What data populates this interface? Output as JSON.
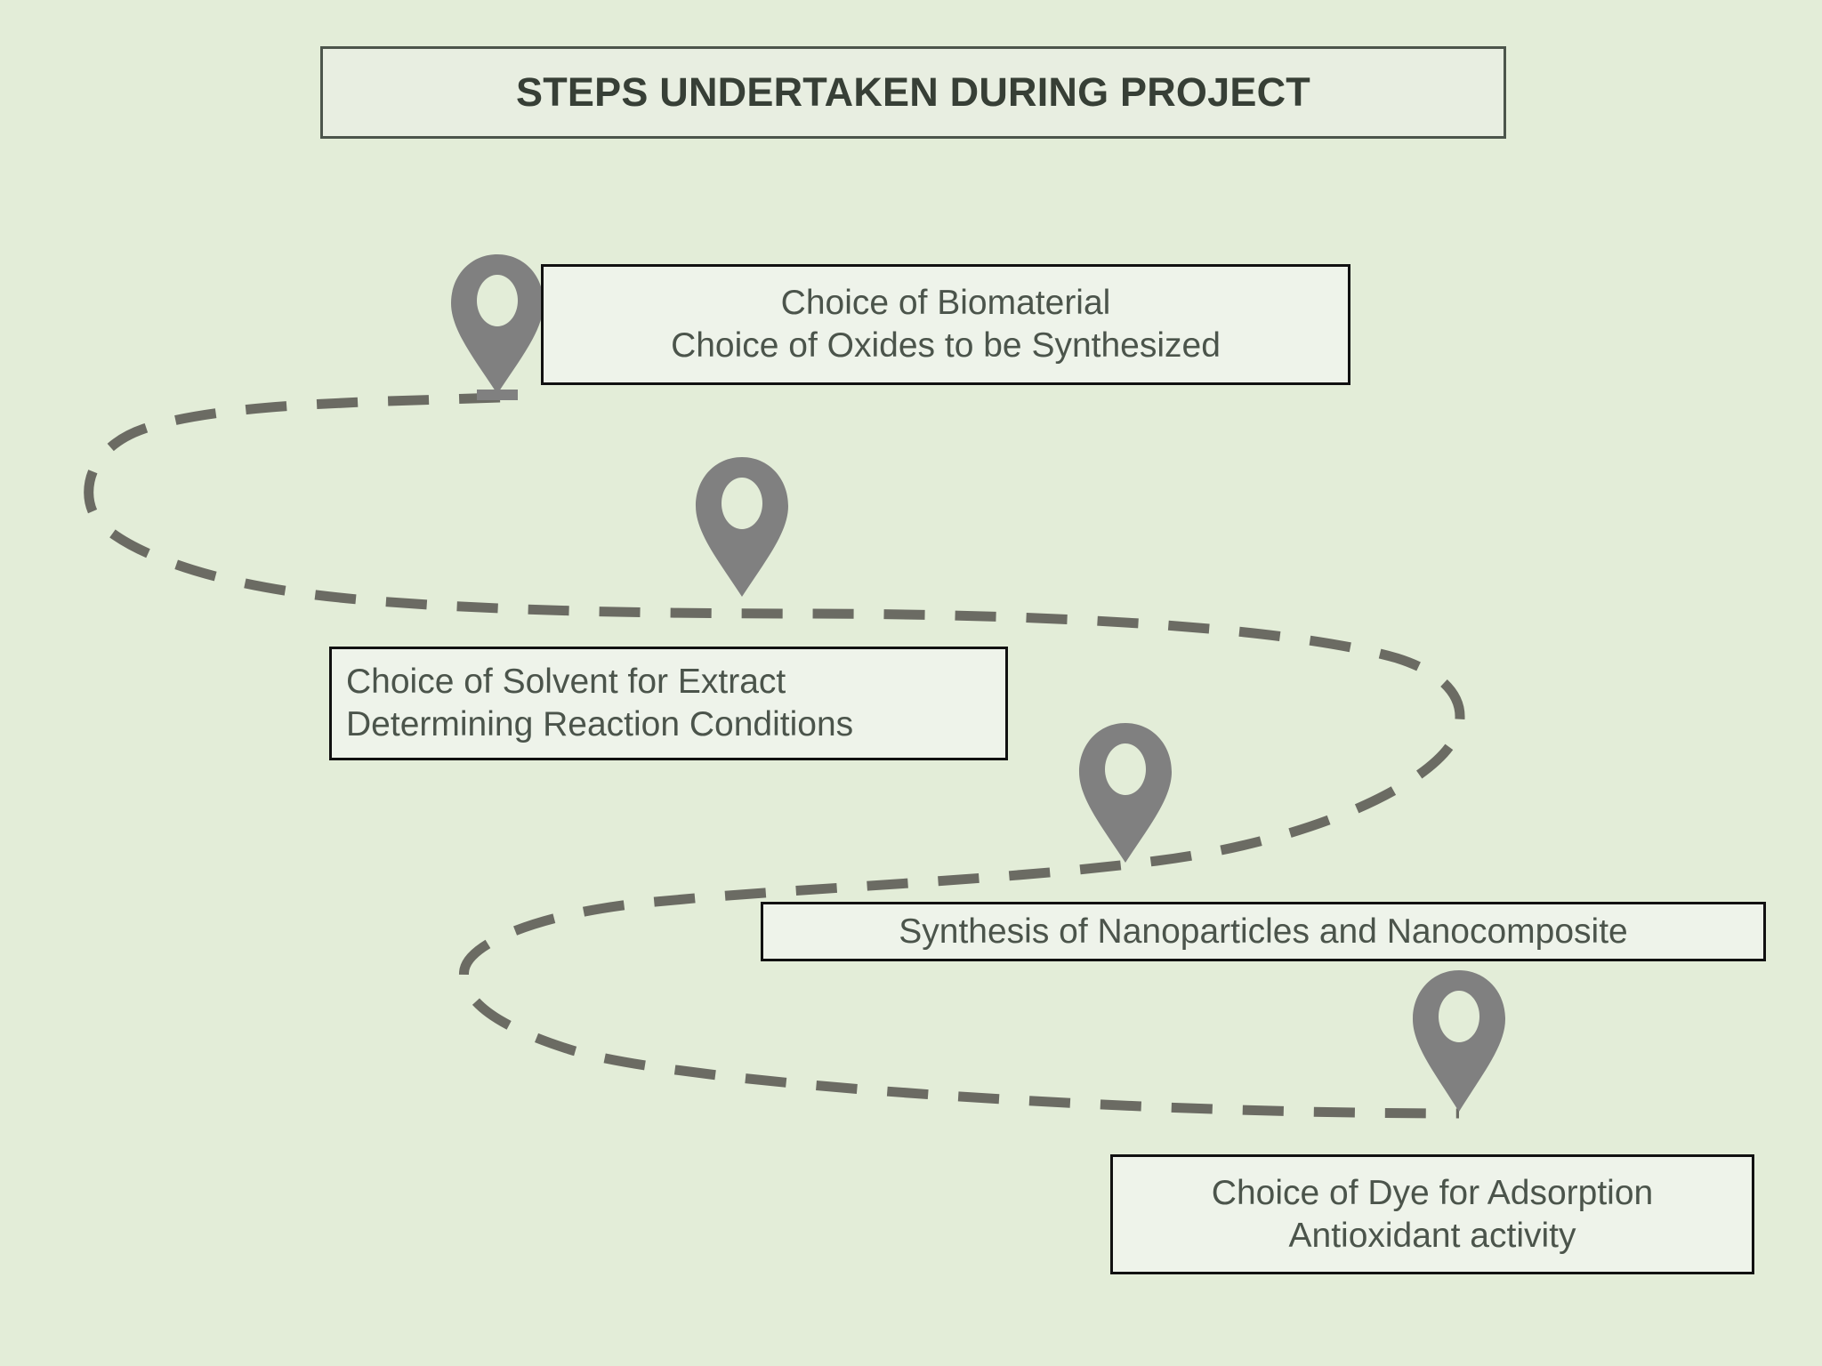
{
  "title": {
    "text": "STEPS UNDERTAKEN DURING PROJECT"
  },
  "colors": {
    "background": "#e3edd8",
    "box_fill": "#eef3ea",
    "box_border": "#111111",
    "title_border": "#4c554b",
    "title_fill": "#e8eee1",
    "text": "#4b544b",
    "title_text": "#373f36",
    "pin": "#808080",
    "path": "#6b6b63"
  },
  "steps": [
    {
      "marker": "map-pin-marker",
      "lines": [
        "Choice of Biomaterial",
        "Choice of Oxides to be Synthesized"
      ]
    },
    {
      "marker": "map-pin-marker",
      "lines": [
        "Choice of Solvent for Extract",
        "Determining Reaction Conditions"
      ]
    },
    {
      "marker": "map-pin-marker",
      "lines": [
        "Synthesis of Nanoparticles and Nanocomposite"
      ]
    },
    {
      "marker": "map-pin-marker",
      "lines": [
        "Choice of Dye for Adsorption",
        "Antioxidant activity"
      ]
    }
  ]
}
